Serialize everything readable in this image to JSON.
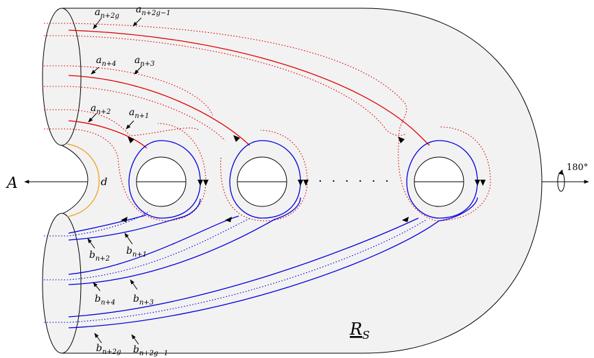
{
  "labels": {
    "A": "A",
    "d": "d",
    "rotation": "180°",
    "dots": "· · · · · ·",
    "region": {
      "base": "R",
      "sub": "S"
    },
    "a": [
      {
        "base": "a",
        "sub": "n+2g"
      },
      {
        "base": "a",
        "sub": "n+2g−1"
      },
      {
        "base": "a",
        "sub": "n+4"
      },
      {
        "base": "a",
        "sub": "n+3"
      },
      {
        "base": "a",
        "sub": "n+2"
      },
      {
        "base": "a",
        "sub": "n+1"
      }
    ],
    "b": [
      {
        "base": "b",
        "sub": "n+2"
      },
      {
        "base": "b",
        "sub": "n+1"
      },
      {
        "base": "b",
        "sub": "n+4"
      },
      {
        "base": "b",
        "sub": "n+3"
      },
      {
        "base": "b",
        "sub": "n+2g"
      },
      {
        "base": "b",
        "sub": "n+2g−1"
      }
    ]
  },
  "colors": {
    "surface_fill": "#f2f2f2",
    "outline": "#000000",
    "a_curve": "#e00000",
    "b_curve": "#0000dd",
    "d_curve": "#f0a020"
  }
}
